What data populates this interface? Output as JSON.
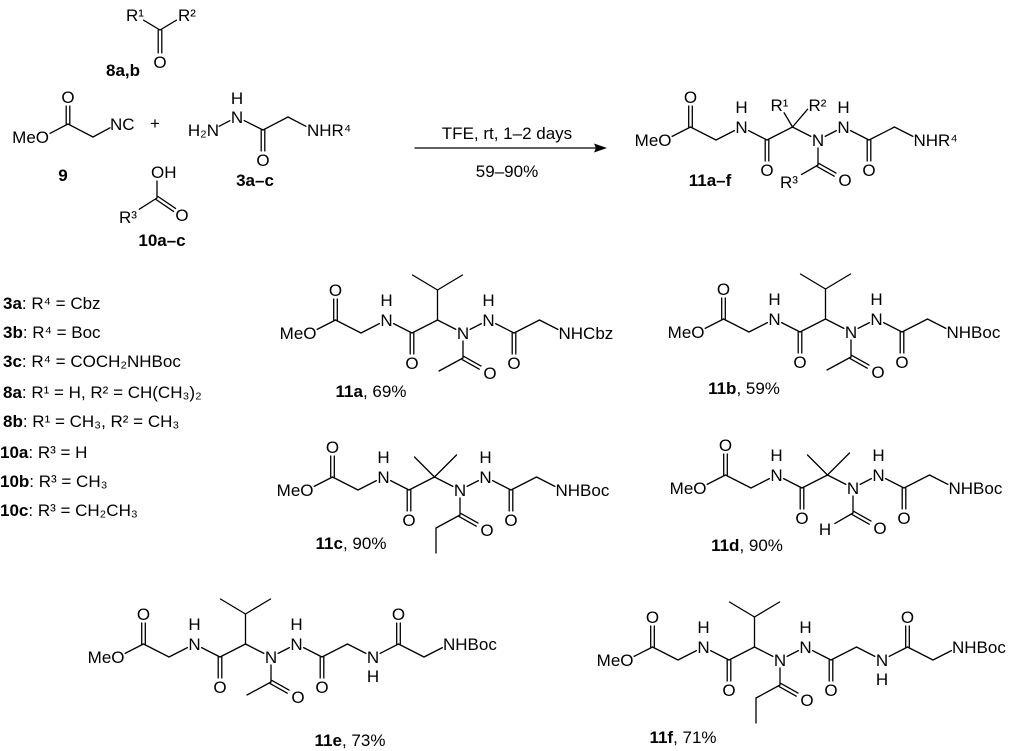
{
  "atoms": {
    "O": "O",
    "N": "N",
    "H": "H",
    "MeO": "MeO"
  },
  "reactants": {
    "ketone": {
      "r1": "R¹",
      "r2": "R²",
      "label": "8a,b"
    },
    "isocyanide": {
      "nc": "NC",
      "label": "9"
    },
    "plus": "+",
    "hydrazide": {
      "h2n": "H₂N",
      "terminal": "NHR⁴",
      "label": "3a–c"
    },
    "acid": {
      "oh": "OH",
      "r3": "R³",
      "label": "10a–c"
    }
  },
  "conditions": {
    "above": "TFE, rt, 1–2 days",
    "below": "59–90%"
  },
  "general_product": {
    "id": "11a–f",
    "terminal": "NHR⁴",
    "r1": "R¹",
    "r2": "R²",
    "r3": "R³"
  },
  "legend": [
    {
      "id": "3a",
      "text": ": R⁴ = Cbz"
    },
    {
      "id": "3b",
      "text": ": R⁴ = Boc"
    },
    {
      "id": "3c",
      "text": ": R⁴ = COCH₂NHBoc"
    },
    {
      "id": "8a",
      "text": ": R¹ = H, R² = CH(CH₃)₂"
    },
    {
      "id": "8b",
      "text": ": R¹ = CH₃, R² = CH₃"
    },
    {
      "id": "10a",
      "text": ": R³ = H"
    },
    {
      "id": "10b",
      "text": ": R³ = CH₃"
    },
    {
      "id": "10c",
      "text": ": R³ = CH₂CH₃"
    }
  ],
  "products": [
    {
      "id": "11a",
      "yield": "69%",
      "terminal": "NHCbz",
      "side_chain": "isopropyl",
      "acyl": "acetyl"
    },
    {
      "id": "11b",
      "yield": "59%",
      "terminal": "NHBoc",
      "side_chain": "isopropyl",
      "acyl": "acetyl"
    },
    {
      "id": "11c",
      "yield": "90%",
      "terminal": "NHBoc",
      "side_chain": "gem-dimethyl",
      "acyl": "propionyl"
    },
    {
      "id": "11d",
      "yield": "90%",
      "terminal": "NHBoc",
      "side_chain": "gem-dimethyl",
      "acyl": "formyl"
    },
    {
      "id": "11e",
      "yield": "73%",
      "terminal": "NHBoc",
      "side_chain": "isopropyl",
      "acyl": "acetyl"
    },
    {
      "id": "11f",
      "yield": "71%",
      "terminal": "NHBoc",
      "side_chain": "isopropyl",
      "acyl": "propionyl"
    }
  ]
}
